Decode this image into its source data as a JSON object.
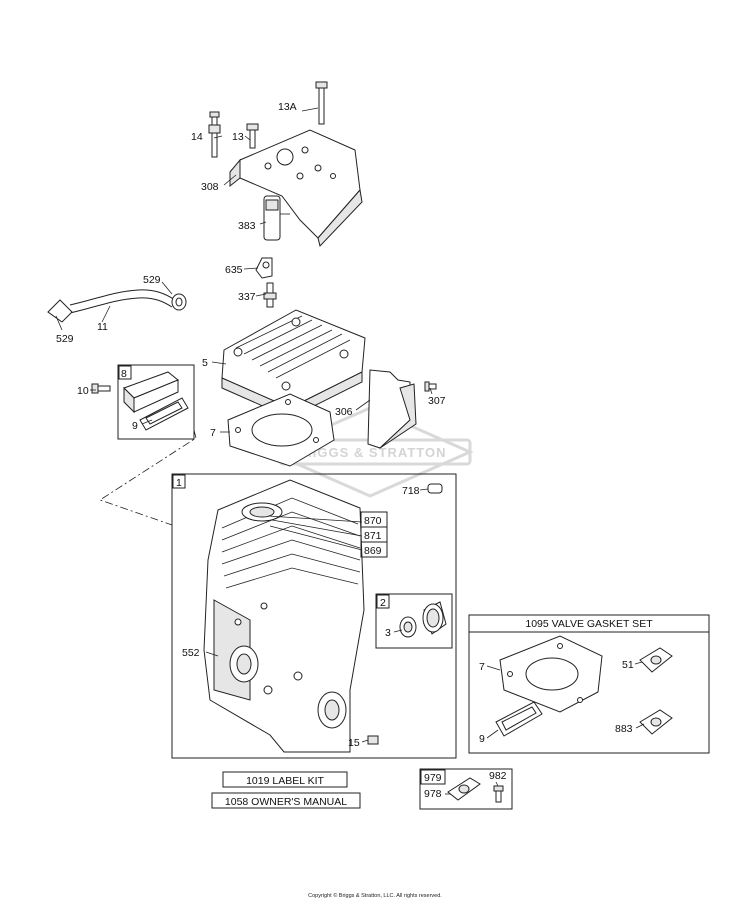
{
  "callouts": {
    "c13a": "13A",
    "c14": "14",
    "c13": "13",
    "c308": "308",
    "c383": "383",
    "c635": "635",
    "c337": "337",
    "c529a": "529",
    "c11": "11",
    "c529b": "529",
    "c5": "5",
    "c10": "10",
    "c9": "9",
    "c307": "307",
    "c306": "306",
    "c7": "7",
    "c718": "718",
    "c552": "552",
    "c3": "3",
    "c15": "15"
  },
  "boxes": {
    "b8": "8",
    "b1": "1",
    "b2": "2",
    "b870": "870",
    "b871": "871",
    "b869": "869",
    "b979": "979"
  },
  "loose": {
    "c978": "978",
    "c982": "982"
  },
  "kit": {
    "title": "1095 VALVE GASKET SET",
    "k7": "7",
    "k51": "51",
    "k9": "9",
    "k883": "883"
  },
  "kits_list": {
    "label_kit": "1019 LABEL KIT",
    "owners_manual": "1058 OWNER'S MANUAL"
  },
  "watermark": "BRIGGS & STRATTON",
  "copyright": "Copyright © Briggs & Stratton, LLC. All rights reserved."
}
